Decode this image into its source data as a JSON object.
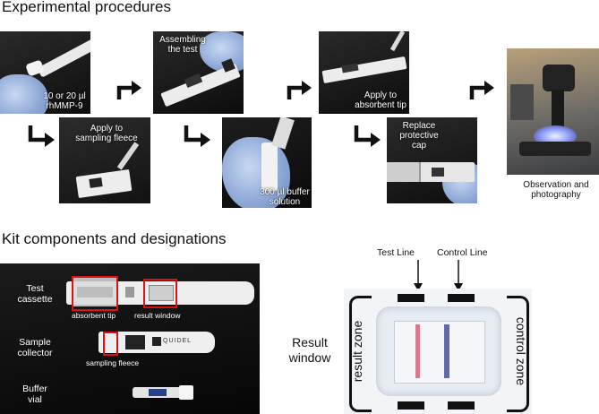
{
  "procedures": {
    "title": "Experimental procedures",
    "steps": {
      "s1": "10 or 20 µl\nrhMMP-9",
      "s2": "Apply to\nsampling fleece",
      "s3": "Assembling\nthe test",
      "s4": "300 µl buffer\nsolution",
      "s5": "Apply to\nabsorbent tip",
      "s6": "Replace\nprotective cap",
      "s7": "Observation and\nphotography"
    }
  },
  "kit": {
    "title": "Kit components and designations",
    "components": {
      "cassette": "Test\ncassette",
      "collector": "Sample\ncollector",
      "vial": "Buffer\nvial"
    },
    "parts": {
      "absorbent_tip": "absorbent tip",
      "result_window": "result window",
      "sampling_fleece": "sampling fleece"
    },
    "brand": "QUIDEL"
  },
  "result": {
    "label": "Result\nwindow",
    "test_line": "Test Line",
    "control_line": "Control Line",
    "result_zone": "result zone",
    "control_zone": "control zone"
  }
}
